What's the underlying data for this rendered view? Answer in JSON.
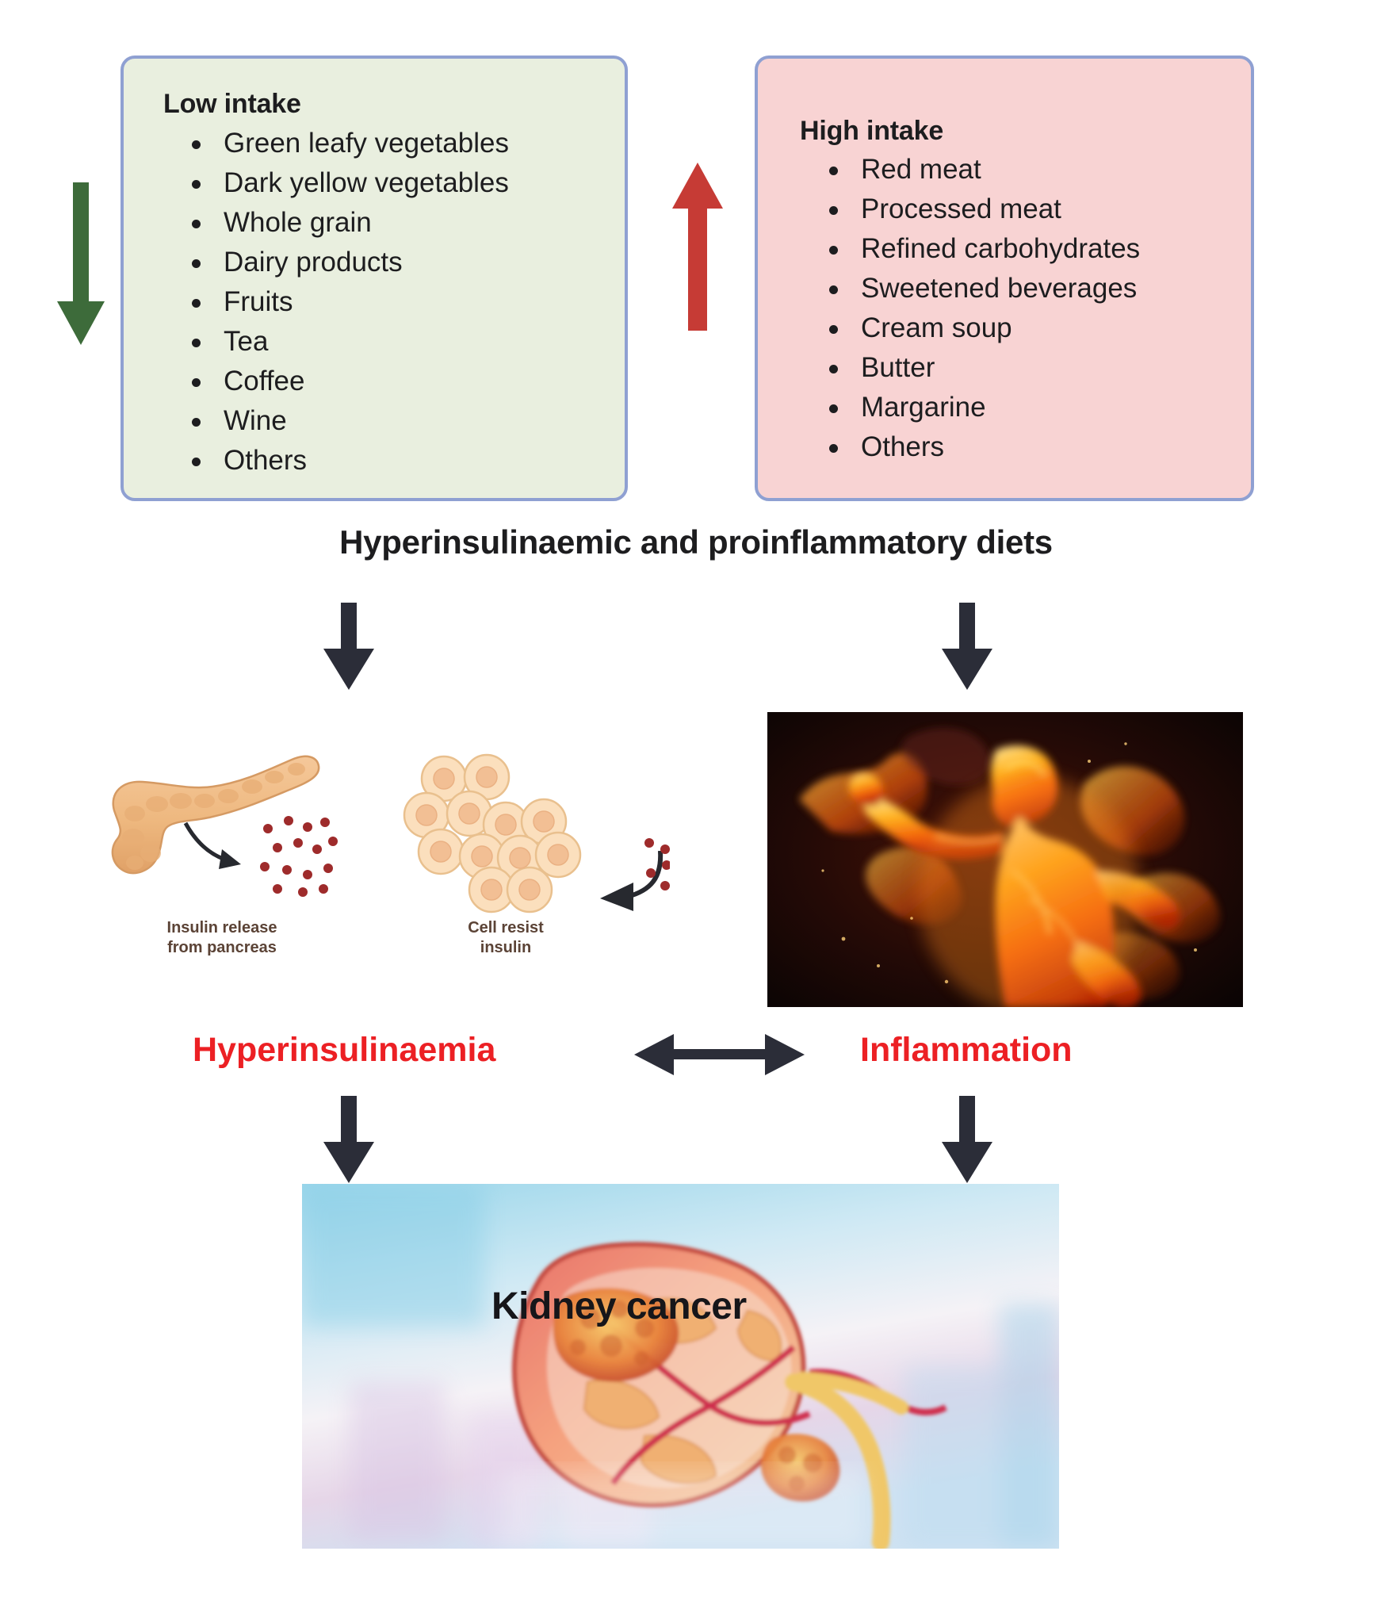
{
  "diagram": {
    "title": "Hyperinsulinaemic and proinflammatory diets",
    "low_intake": {
      "heading": "Low intake",
      "items": [
        "Green leafy vegetables",
        "Dark yellow vegetables",
        "Whole grain",
        "Dairy products",
        "Fruits",
        "Tea",
        "Coffee",
        "Wine",
        "Others"
      ],
      "arrow_direction": "down",
      "arrow_color": "#3d6b3a",
      "box_fill": "#e9efdf",
      "box_border": "#8fa0d2"
    },
    "high_intake": {
      "heading": "High intake",
      "items": [
        "Red meat",
        "Processed meat",
        "Refined carbohydrates",
        "Sweetened beverages",
        "Cream soup",
        "Butter",
        "Margarine",
        "Others"
      ],
      "arrow_direction": "up",
      "arrow_color": "#c63b35",
      "box_fill": "#f8d3d3",
      "box_border": "#8fa0d2"
    },
    "mechanisms": {
      "pancreas_caption": "Insulin release\nfrom pancreas",
      "cells_caption": "Cell resist\ninsulin",
      "inflammation_image_alt": "Human body engulfed in flames"
    },
    "outcomes": {
      "left_label": "Hyperinsulinaemia",
      "right_label": "Inflammation",
      "label_color": "#ec2024",
      "bidirectional_arrow": true
    },
    "final": {
      "label": "Kidney cancer",
      "image_alt": "Cross-section illustration of a kidney with tumours"
    },
    "flow_arrow_color": "#2b2d38"
  }
}
